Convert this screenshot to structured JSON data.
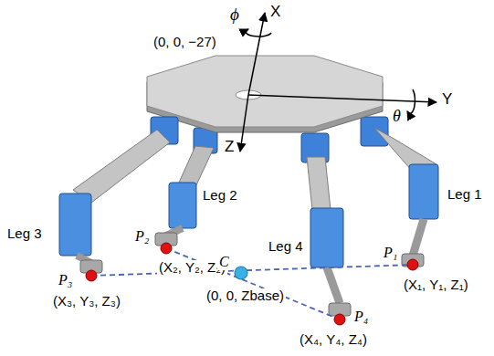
{
  "diagram": {
    "labels": [
      "ϕ",
      "X",
      "(0, 0, −27)",
      "θ",
      "Y",
      "Z",
      "Leg 1",
      "Leg 2",
      "Leg 3",
      "Leg 4",
      "P₂",
      "(X₂, Y₂, Z₂)",
      "P₃",
      "(X₃, Y₃, Z₃)",
      "P₁",
      "(X₁, Y₁, Z₁)",
      "C",
      "(0, 0, Zbase)",
      "P₄",
      "(X₄, Y₄, Z₄)"
    ]
  }
}
